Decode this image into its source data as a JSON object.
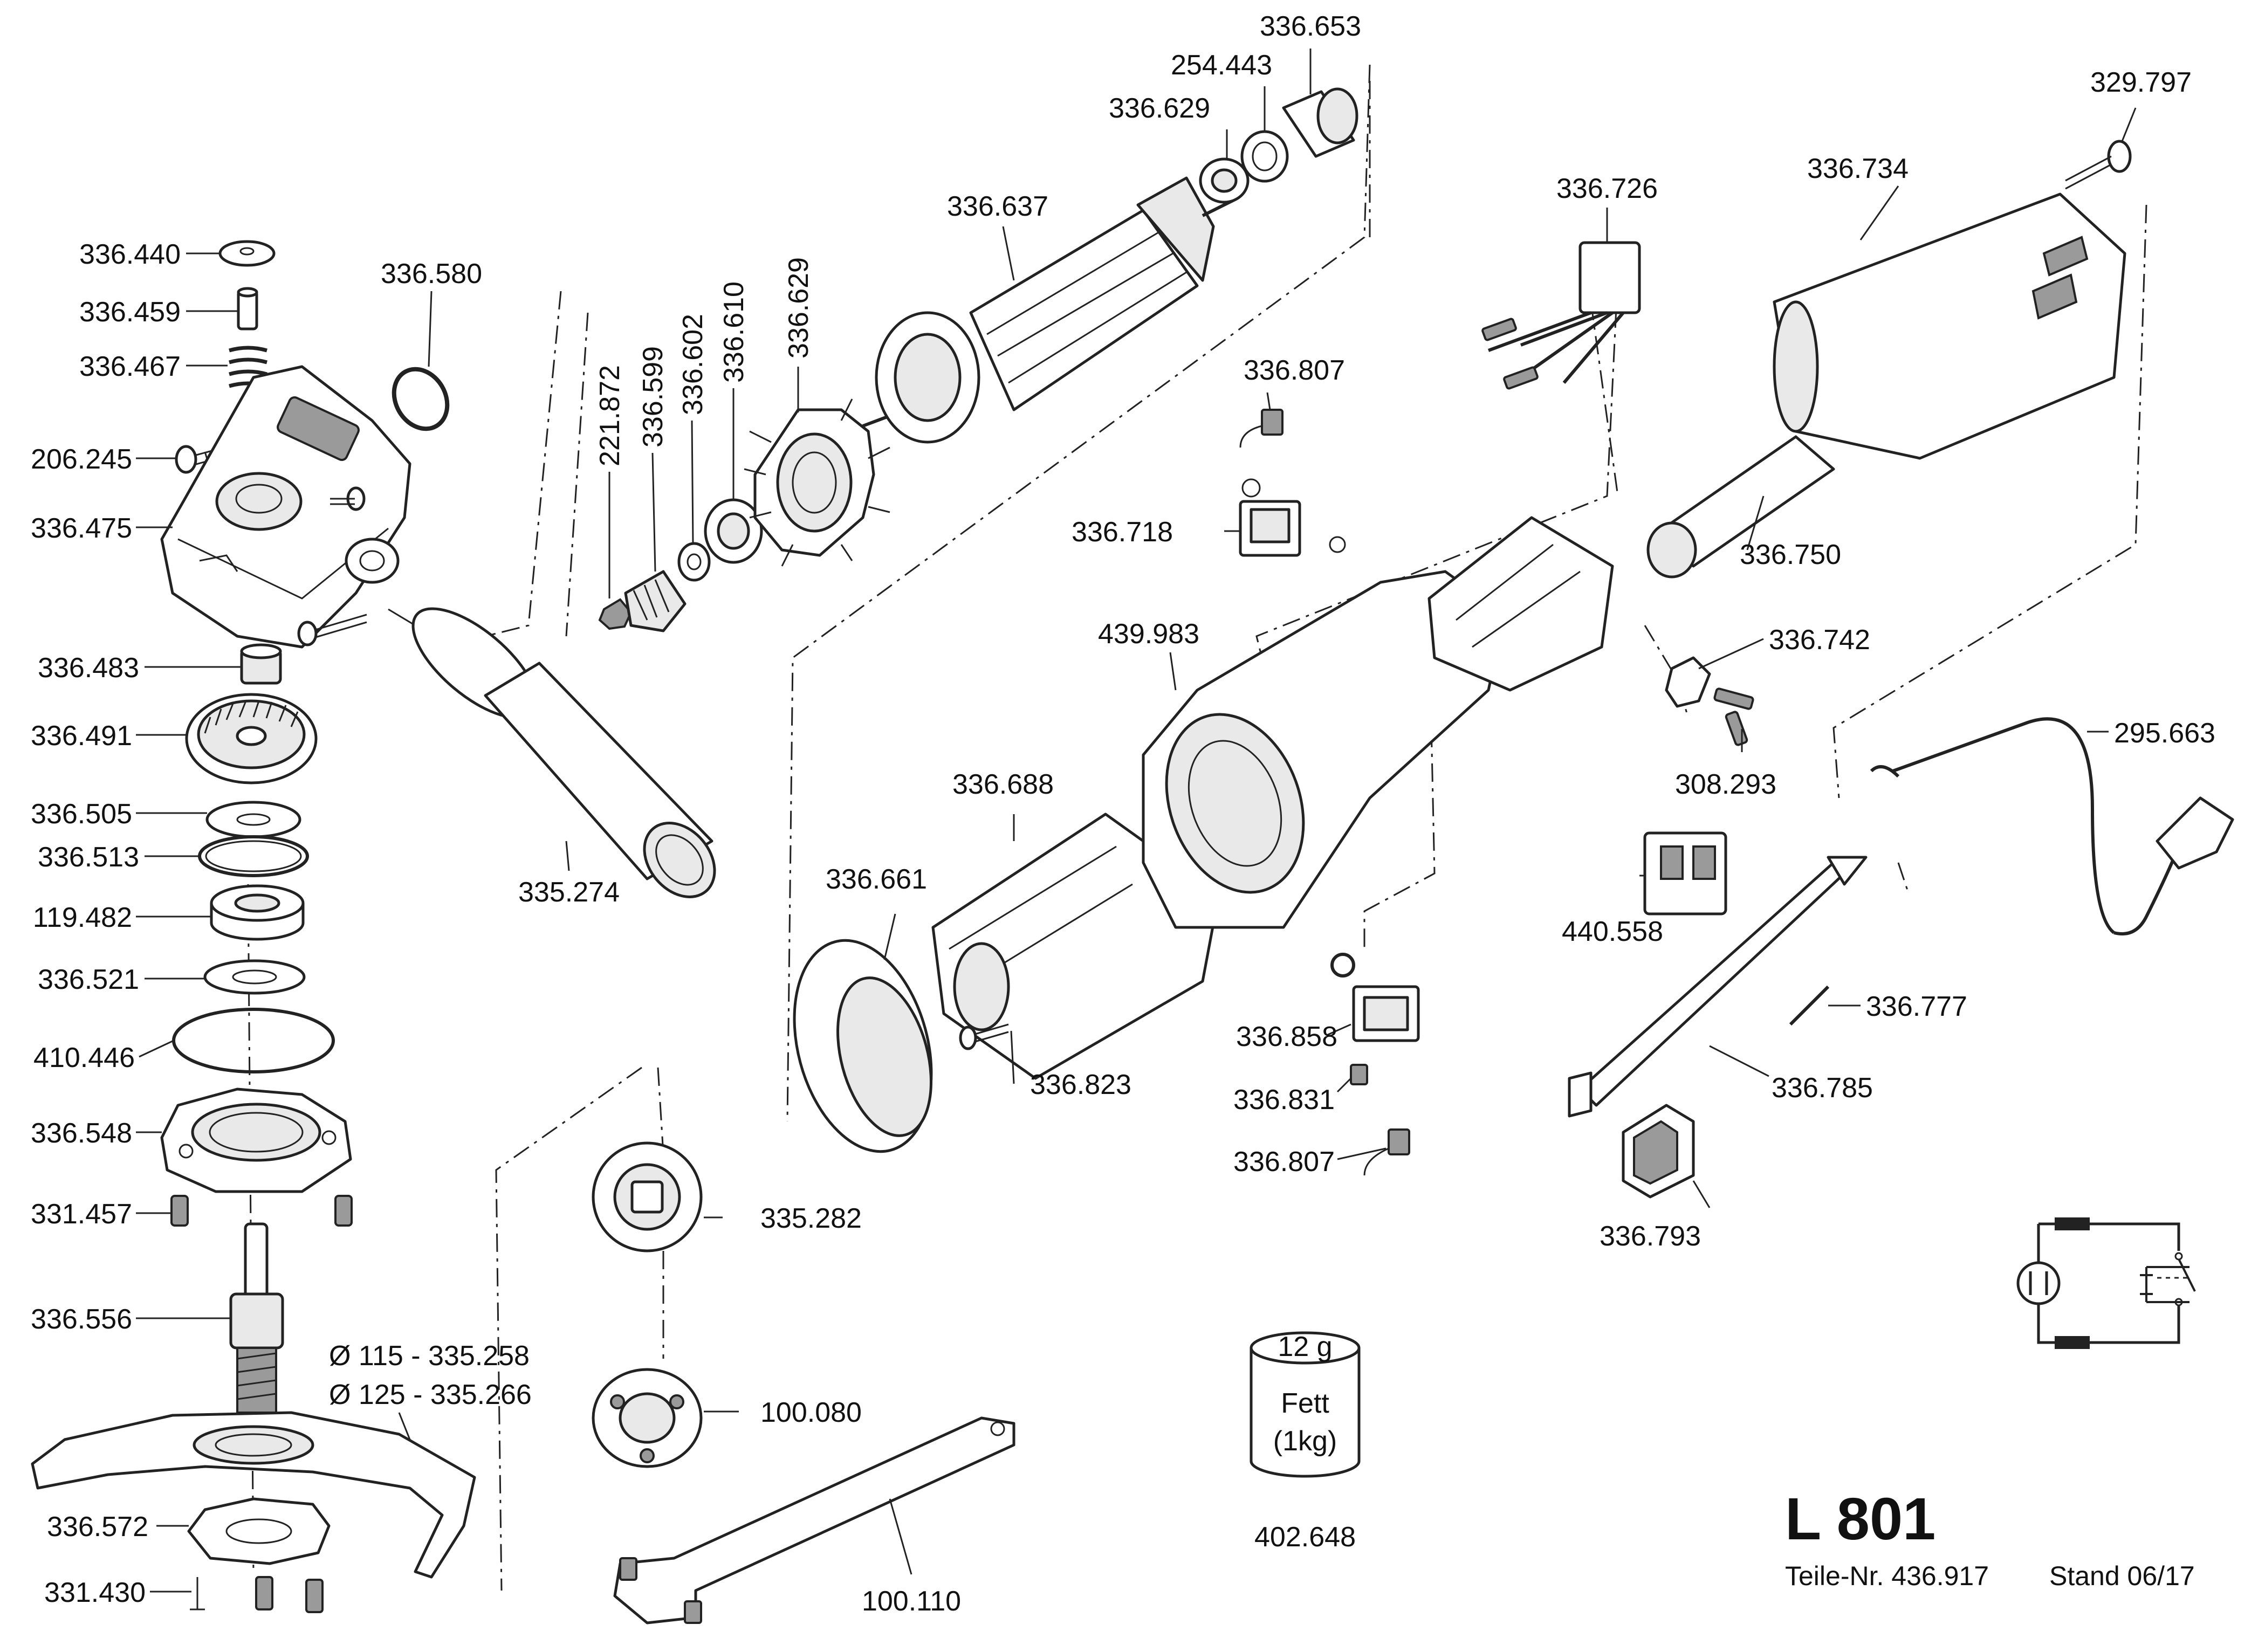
{
  "title": {
    "model": "L 801",
    "part_no": "Teile-Nr. 436.917",
    "revision": "Stand 06/17"
  },
  "grease": {
    "weight": "12 g",
    "name": "Fett",
    "pack": "(1kg)",
    "part": "402.648"
  },
  "labels": {
    "p336440": "336.440",
    "p336459": "336.459",
    "p336467": "336.467",
    "p206245": "206.245",
    "p336475": "336.475",
    "p336483": "336.483",
    "p336491": "336.491",
    "p336505": "336.505",
    "p336513": "336.513",
    "p119482": "119.482",
    "p336521": "336.521",
    "p410446": "410.446",
    "p336548": "336.548",
    "p331457": "331.457",
    "p336556": "336.556",
    "p336572": "336.572",
    "p331430": "331.430",
    "p335258": "Ø 115 - 335.258",
    "p335266": "Ø 125 - 335.266",
    "p336580": "336.580",
    "p335274": "335.274",
    "p221872": "221.872",
    "p336599": "336.599",
    "p336602": "336.602",
    "p336610": "336.610",
    "p336629a": "336.629",
    "p336637": "336.637",
    "p336629b": "336.629",
    "p254443": "254.443",
    "p336653": "336.653",
    "p336726": "336.726",
    "p336807a": "336.807",
    "p336718": "336.718",
    "p439983": "439.983",
    "p336688": "336.688",
    "p336661": "336.661",
    "p336823": "336.823",
    "p335282": "335.282",
    "p100080": "100.080",
    "p100110": "100.110",
    "p336858": "336.858",
    "p336831": "336.831",
    "p336807b": "336.807",
    "p329797": "329.797",
    "p336734": "336.734",
    "p336750": "336.750",
    "p336742": "336.742",
    "p308293": "308.293",
    "p295663": "295.663",
    "p440558": "440.558",
    "p336777": "336.777",
    "p336785": "336.785",
    "p336793": "336.793"
  }
}
